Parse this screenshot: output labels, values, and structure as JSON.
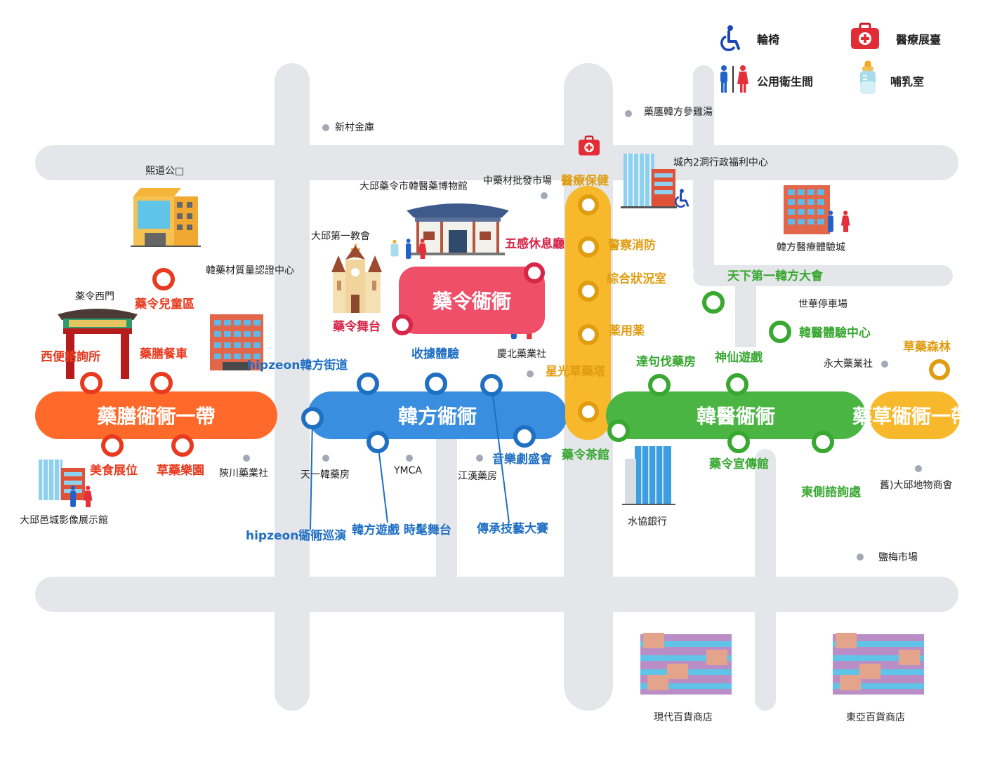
{
  "legend": {
    "wheelchair": "輪椅",
    "medical_booth": "醫療展臺",
    "restroom": "公用衛生間",
    "nursing_room": "哺乳室"
  },
  "zones": {
    "yaksun": "藥膳衚衕一帶",
    "hanbang": "韓方衚衕",
    "yakryeong": "藥令衚衕",
    "hanui": "韓醫衚衕",
    "yakcho": "藥草衚衕一帶"
  },
  "stops": {
    "children_zone": "藥令兒童區",
    "info_west": "西便諮詢所",
    "food_truck": "藥膳餐車",
    "food_booth": "美食展位",
    "herb_park": "草藥樂園",
    "hipzeon_street": "hipzeon韓方街道",
    "collect_experience": "收據體驗",
    "hipzeon_parade": "hipzeon衚衕巡演",
    "hanbang_game": "韓方遊戲 時髦舞台",
    "music_concert": "音樂劇盛會",
    "heritage_contest": "傳承技藝大賽",
    "rest_lounge": "五感休息廳",
    "yakryeong_stage": "藥令舞台",
    "medical_care": "醫療保健",
    "police_fire": "警察消防",
    "situation_room": "綜合狀況室",
    "medicine_use": "薬用薬",
    "starlight_tower": "星光草藥塔",
    "tea_house": "藥令茶館",
    "pharmacy_dal": "達句伐藥房",
    "sinseon_game": "神仙遊戲",
    "hanbang_contest": "天下第一韓方大會",
    "hanui_center": "韓醫體驗中心",
    "herb_forest": "草藥森林",
    "promo_hall": "藥令宣傳館",
    "info_east": "東側諮詢處"
  },
  "places": {
    "sinchon_bank": "新村金庫",
    "samgyetang": "藥廛韓方參雞湯",
    "community_center": "城內2洞行政福利中心",
    "huido_park": "熙道公□",
    "museum": "大邱藥令市韓醫藥博物館",
    "herb_market": "中藥材批發市場",
    "church": "大邱第一教會",
    "quality_center": "韓藥材質量認證中心",
    "west_gate": "薬令西門",
    "hanbang_medical_city": "韓方醫療體驗城",
    "sehwa_parking": "世華停車場",
    "yeongdae_pharma": "永大藥業社",
    "gyeongbuk_pharma": "慶北藥業社",
    "hapcheon_pharma": "陝川藥業社",
    "cheonil_pharmacy": "天一韓藥房",
    "ymca": "YMCA",
    "gangnam_pharmacy": "江漢藥房",
    "suhyup_bank": "水協銀行",
    "daegu_photo_hall": "大邱邑城影像展示館",
    "old_daegu_store": "舊)大邱地物商會",
    "yeommae_market": "鹽梅市場",
    "hyundai_store": "現代百貨商店",
    "donga_store": "東亞百貨商店"
  },
  "colors": {
    "road": "#e4e6ea",
    "yaksun": "#ff6a2b",
    "hanbang": "#3a8edf",
    "yakryeong": "#ef4f69",
    "hanui": "#4bb543",
    "yakcho": "#f7b92b",
    "medical_red": "#e22d36",
    "wheelchair_blue": "#1b46b8"
  }
}
